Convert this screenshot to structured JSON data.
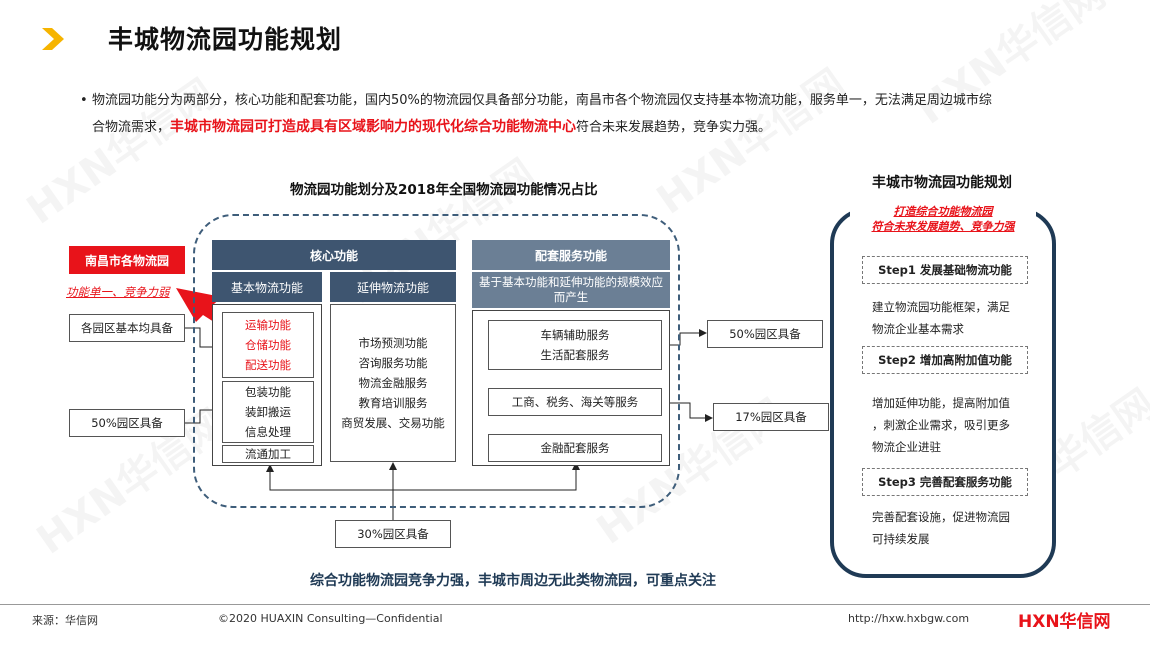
{
  "header": {
    "title": "丰城物流园功能规划"
  },
  "intro": {
    "line1": "物流园功能分为两部分，核心功能和配套功能，国内50%的物流园仅具备部分功能，南昌市各个物流园仅支持基本物流功能，服务单一，无法满足周边城市综",
    "line2_pre": "合物流需求，",
    "line2_highlight": "丰城市物流园可打造成具有区域影响力的现代化综合功能物流中心",
    "line2_post": "符合未来发展趋势，竞争实力强。"
  },
  "diagram": {
    "title": "物流园功能划分及2018年全国物流园功能情况占比",
    "nanchang_label": "南昌市各物流园",
    "nanchang_note": "功能单一、竞争力弱",
    "left_all": "各园区基本均具备",
    "left_50": "50%园区具备",
    "core_header": "核心功能",
    "basic_header": "基本物流功能",
    "extend_header": "延伸物流功能",
    "basic_red": [
      "运输功能",
      "仓储功能",
      "配送功能"
    ],
    "basic_black": [
      "包装功能",
      "装卸搬运",
      "信息处理"
    ],
    "basic_last": "流通加工",
    "extend_items": [
      "市场预测功能",
      "咨询服务功能",
      "物流金融服务",
      "教育培训服务",
      "商贸发展、交易功能"
    ],
    "support_header": "配套服务功能",
    "support_sub": "基于基本功能和延伸功能的规模效应而产生",
    "support_box1": [
      "车辆辅助服务",
      "生活配套服务"
    ],
    "support_box2": "工商、税务、海关等服务",
    "support_box3": "金融配套服务",
    "right_50": "50%园区具备",
    "right_17": "17%园区具备",
    "bottom_30": "30%园区具备",
    "conclusion": "综合功能物流园竞争力强，丰城市周边无此类物流园，可重点关注"
  },
  "plan": {
    "title": "丰城市物流园功能规划",
    "subtitle1": "打造综合功能物流园",
    "subtitle2": "符合未来发展趋势、竞争力强",
    "step1": "Step1 发展基础物流功能",
    "step1_desc": [
      "建立物流园功能框架，满足",
      "物流企业基本需求"
    ],
    "step2": "Step2 增加高附加值功能",
    "step2_desc": [
      "增加延伸功能，提高附加值",
      "，刺激企业需求，吸引更多",
      "物流企业进驻"
    ],
    "step3": "Step3 完善配套服务功能",
    "step3_desc": [
      "完善配套设施，促进物流园",
      "可持续发展"
    ]
  },
  "footer": {
    "source": "来源：华信网",
    "copyright": "©2020 HUAXIN Consulting—Confidential",
    "url": "http://hxw.hxbgw.com",
    "logo": "HXN华信网"
  },
  "colors": {
    "accent_yellow": "#f6b400",
    "red": "#e8131a",
    "navy": "#3e5570",
    "slate": "#6b7f95",
    "dark_blue": "#1f3a55"
  }
}
